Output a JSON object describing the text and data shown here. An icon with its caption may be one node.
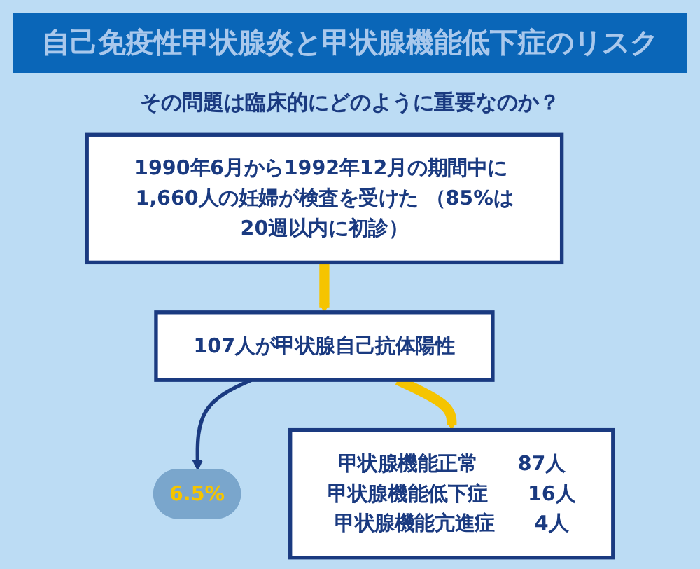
{
  "diagram": {
    "title": "自己免疫性甲状腺炎と甲状腺機能低下症のリスク",
    "nodes": [
      {
        "text": [
          "1990年6月から1992年12月の期間中に 1,660人の妊婦が検査を受けた （85%は20週以内に初診）"
        ]
      },
      {
        "text": [
          "107人が甲状腺自己抗体陽性"
        ]
      },
      {
        "text": [
          "6.5%"
        ]
      },
      {
        "text": [
          "甲状腺機能正常",
          "87人",
          "甲状腺機能低下症",
          "16人",
          "甲状腺機能亢進症",
          "4人"
        ]
      }
    ],
    "edges": [
      {
        "from": 0,
        "to": 1,
        "arrow": "to"
      },
      {
        "from": 1,
        "to": 2,
        "arrow": "to",
        "color": "#1a3a80"
      },
      {
        "from": 1,
        "to": 3,
        "arrow": "to"
      }
    ],
    "labels": [
      "その問題は臨床的にどのように重要なのか？"
    ]
  }
}
